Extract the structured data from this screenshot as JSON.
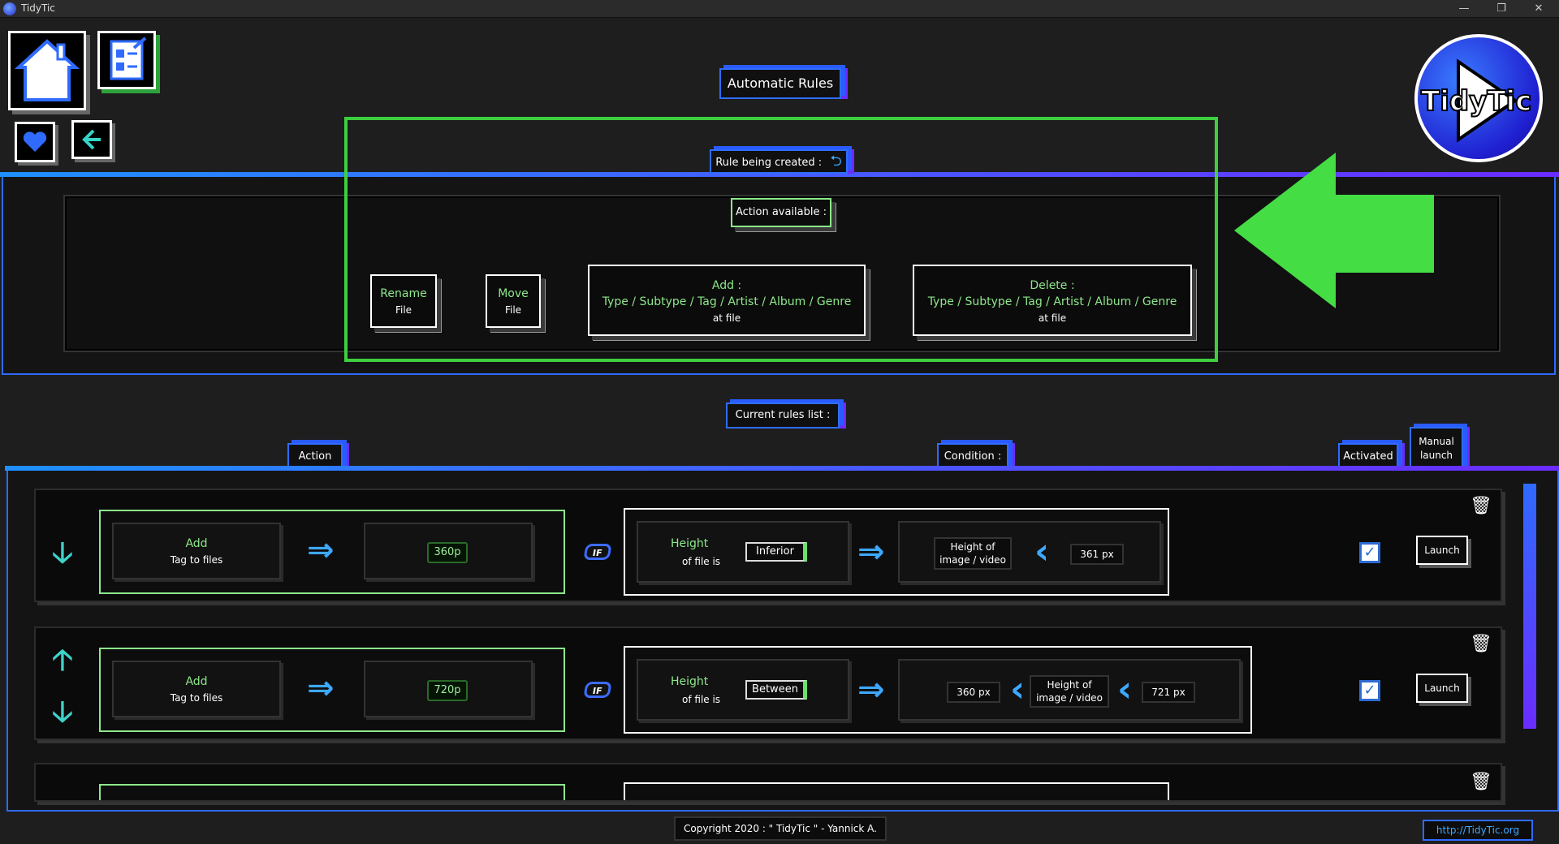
{
  "window": {
    "title": "TidyTic",
    "min": "—",
    "max": "❐",
    "close": "✕"
  },
  "nav": {
    "home_icon": "home-icon",
    "edit_icon": "edit-list-icon",
    "fav_icon": "heart-icon",
    "back_icon": "back-arrow-icon"
  },
  "header": {
    "title": "Automatic Rules",
    "logo_text": "TidyTic"
  },
  "creation": {
    "label": "Rule being created :",
    "actions_label": "Action available :",
    "actions": [
      {
        "title": "Rename",
        "sub": "File"
      },
      {
        "title": "Move",
        "sub": "File"
      },
      {
        "title": "Add :",
        "line2": "Type / Subtype / Tag / Artist / Album / Genre",
        "sub": "at file"
      },
      {
        "title": "Delete :",
        "line2": "Type / Subtype / Tag / Artist / Album / Genre",
        "sub": "at file"
      }
    ]
  },
  "rules": {
    "label": "Current rules list :",
    "col_action": "Action",
    "col_condition": "Condition :",
    "col_activated": "Activated",
    "col_manual": "Manual launch",
    "if_label": "IF",
    "launch_label": "Launch",
    "list": [
      {
        "action_title": "Add",
        "action_sub": "Tag to files",
        "value": "360p",
        "cond_title": "Height",
        "cond_sub": "of file is",
        "operator": "Inferior",
        "target": "Height of image / video",
        "limit": "361 px"
      },
      {
        "action_title": "Add",
        "action_sub": "Tag to files",
        "value": "720p",
        "cond_title": "Height",
        "cond_sub": "of file is",
        "operator": "Between",
        "low": "360 px",
        "target": "Height of image / video",
        "high": "721 px"
      }
    ]
  },
  "footer": {
    "copyright": "Copyright 2020 : \" TidyTic \" - Yannick A.",
    "link": "http://TidyTic.org"
  },
  "colors": {
    "accent_blue": "#2f6bff",
    "accent_purple": "#7b2cff",
    "accent_green": "#44dd44",
    "text_green": "#8de88a"
  }
}
